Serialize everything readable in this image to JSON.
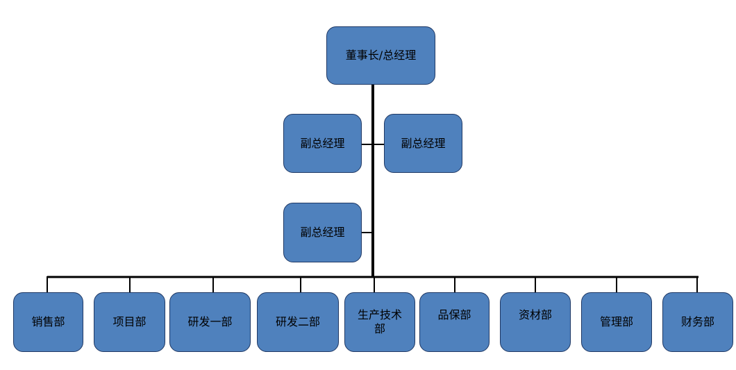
{
  "org_chart": {
    "root": {
      "label": "董事长/总经理"
    },
    "vice_managers": [
      {
        "label": "副总经理"
      },
      {
        "label": "副总经理"
      },
      {
        "label": "副总经理"
      }
    ],
    "departments": [
      {
        "label": "销售部"
      },
      {
        "label": "项目部"
      },
      {
        "label": "研发一部"
      },
      {
        "label": "研发二部"
      },
      {
        "label": "生产技术\n部"
      },
      {
        "label": "品保部"
      },
      {
        "label": "资材部"
      },
      {
        "label": "管理部"
      },
      {
        "label": "财务部"
      }
    ],
    "colors": {
      "box_fill": "#4f81bd",
      "box_border": "#1f3864",
      "connector": "#000000",
      "text": "#000000",
      "background": "#ffffff"
    }
  }
}
